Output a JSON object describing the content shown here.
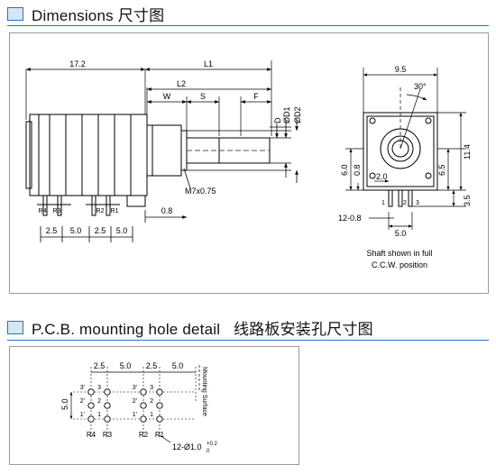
{
  "sections": {
    "dimensions_title": "Dimensions 尺寸图",
    "pcb_title": "P.C.B. mounting hole detail   线路板安装孔尺寸图"
  },
  "front_view": {
    "dims": {
      "overall_length": "17.2",
      "L1": "L1",
      "L2": "L2",
      "W": "W",
      "S": "S",
      "F": "F",
      "D": "D",
      "OD1": "ØD1",
      "OD2": "ØD2",
      "thread": "M7x0.75",
      "bushing_len": "0.8"
    },
    "pin_labels": [
      "R4",
      "R3",
      "R2",
      "R1"
    ],
    "pin_spacing": [
      "2.5",
      "5.0",
      "2.5",
      "5.0"
    ]
  },
  "side_view": {
    "width": "9.5",
    "angle": "30°",
    "h_6_0": "6.0",
    "h_0_8": "0.8",
    "h_2_0": "2.0",
    "h_6_5": "6.5",
    "h_11_4": "11.4",
    "h_3_5": "3.5",
    "pin_numbers": [
      "1",
      "2",
      "3"
    ],
    "pins_width": "12-0.8",
    "pin_span": "5.0",
    "note_line1": "Shaft shown in full",
    "note_line2": "C.C.W. position"
  },
  "pcb_detail": {
    "spacing": [
      "2.5",
      "5.0",
      "2.5",
      "5.0"
    ],
    "row_labels_left": [
      "3'",
      "2'",
      "1'"
    ],
    "row_labels_right": [
      "3",
      "2",
      "1"
    ],
    "vertical": "5.0",
    "bottom_labels": [
      "R4",
      "R3",
      "R2",
      "R1"
    ],
    "surface": "Mounting Surface",
    "hole_spec": "12-Ø1.0",
    "tol_plus": "+0.2",
    "tol_minus": "0"
  }
}
